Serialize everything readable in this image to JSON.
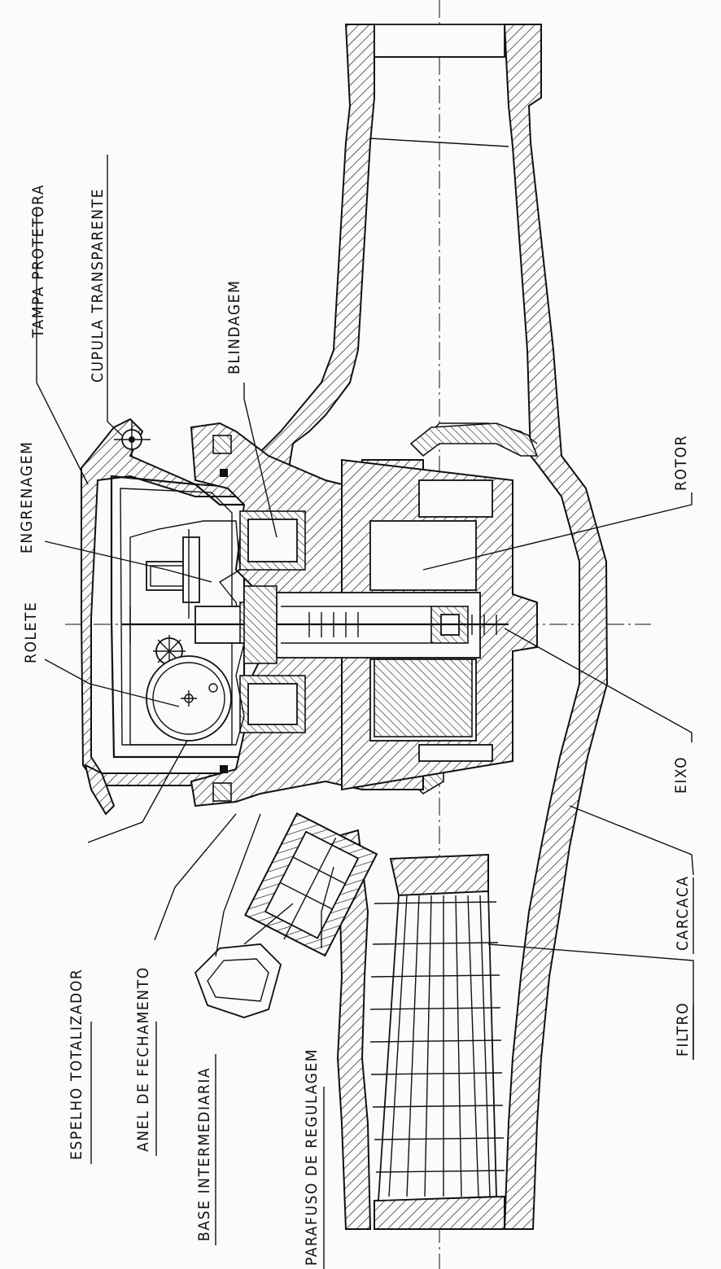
{
  "labels": {
    "tampa_protetora": "TAMPA PROTETORA",
    "cupula_transparente": "CUPULA TRANSPARENTE",
    "engrenagem": "ENGRENAGEM",
    "blindagem": "BLINDAGEM",
    "rolete": "ROLETE",
    "rotor": "ROTOR",
    "eixo": "EIXO",
    "espelho_totalizador": "ESPELHO TOTALIZADOR",
    "anel_de_fechamento": "ANEL DE FECHAMENTO",
    "base_intermediaria": "BASE INTERMEDIARIA",
    "parafuso_de_regulagem": "PARAFUSO DE REGULAGEM",
    "carcaca": "CARCACA",
    "filtro": "FILTRO"
  },
  "colors": {
    "ink": "#111111",
    "paper": "#fbfbf9"
  }
}
